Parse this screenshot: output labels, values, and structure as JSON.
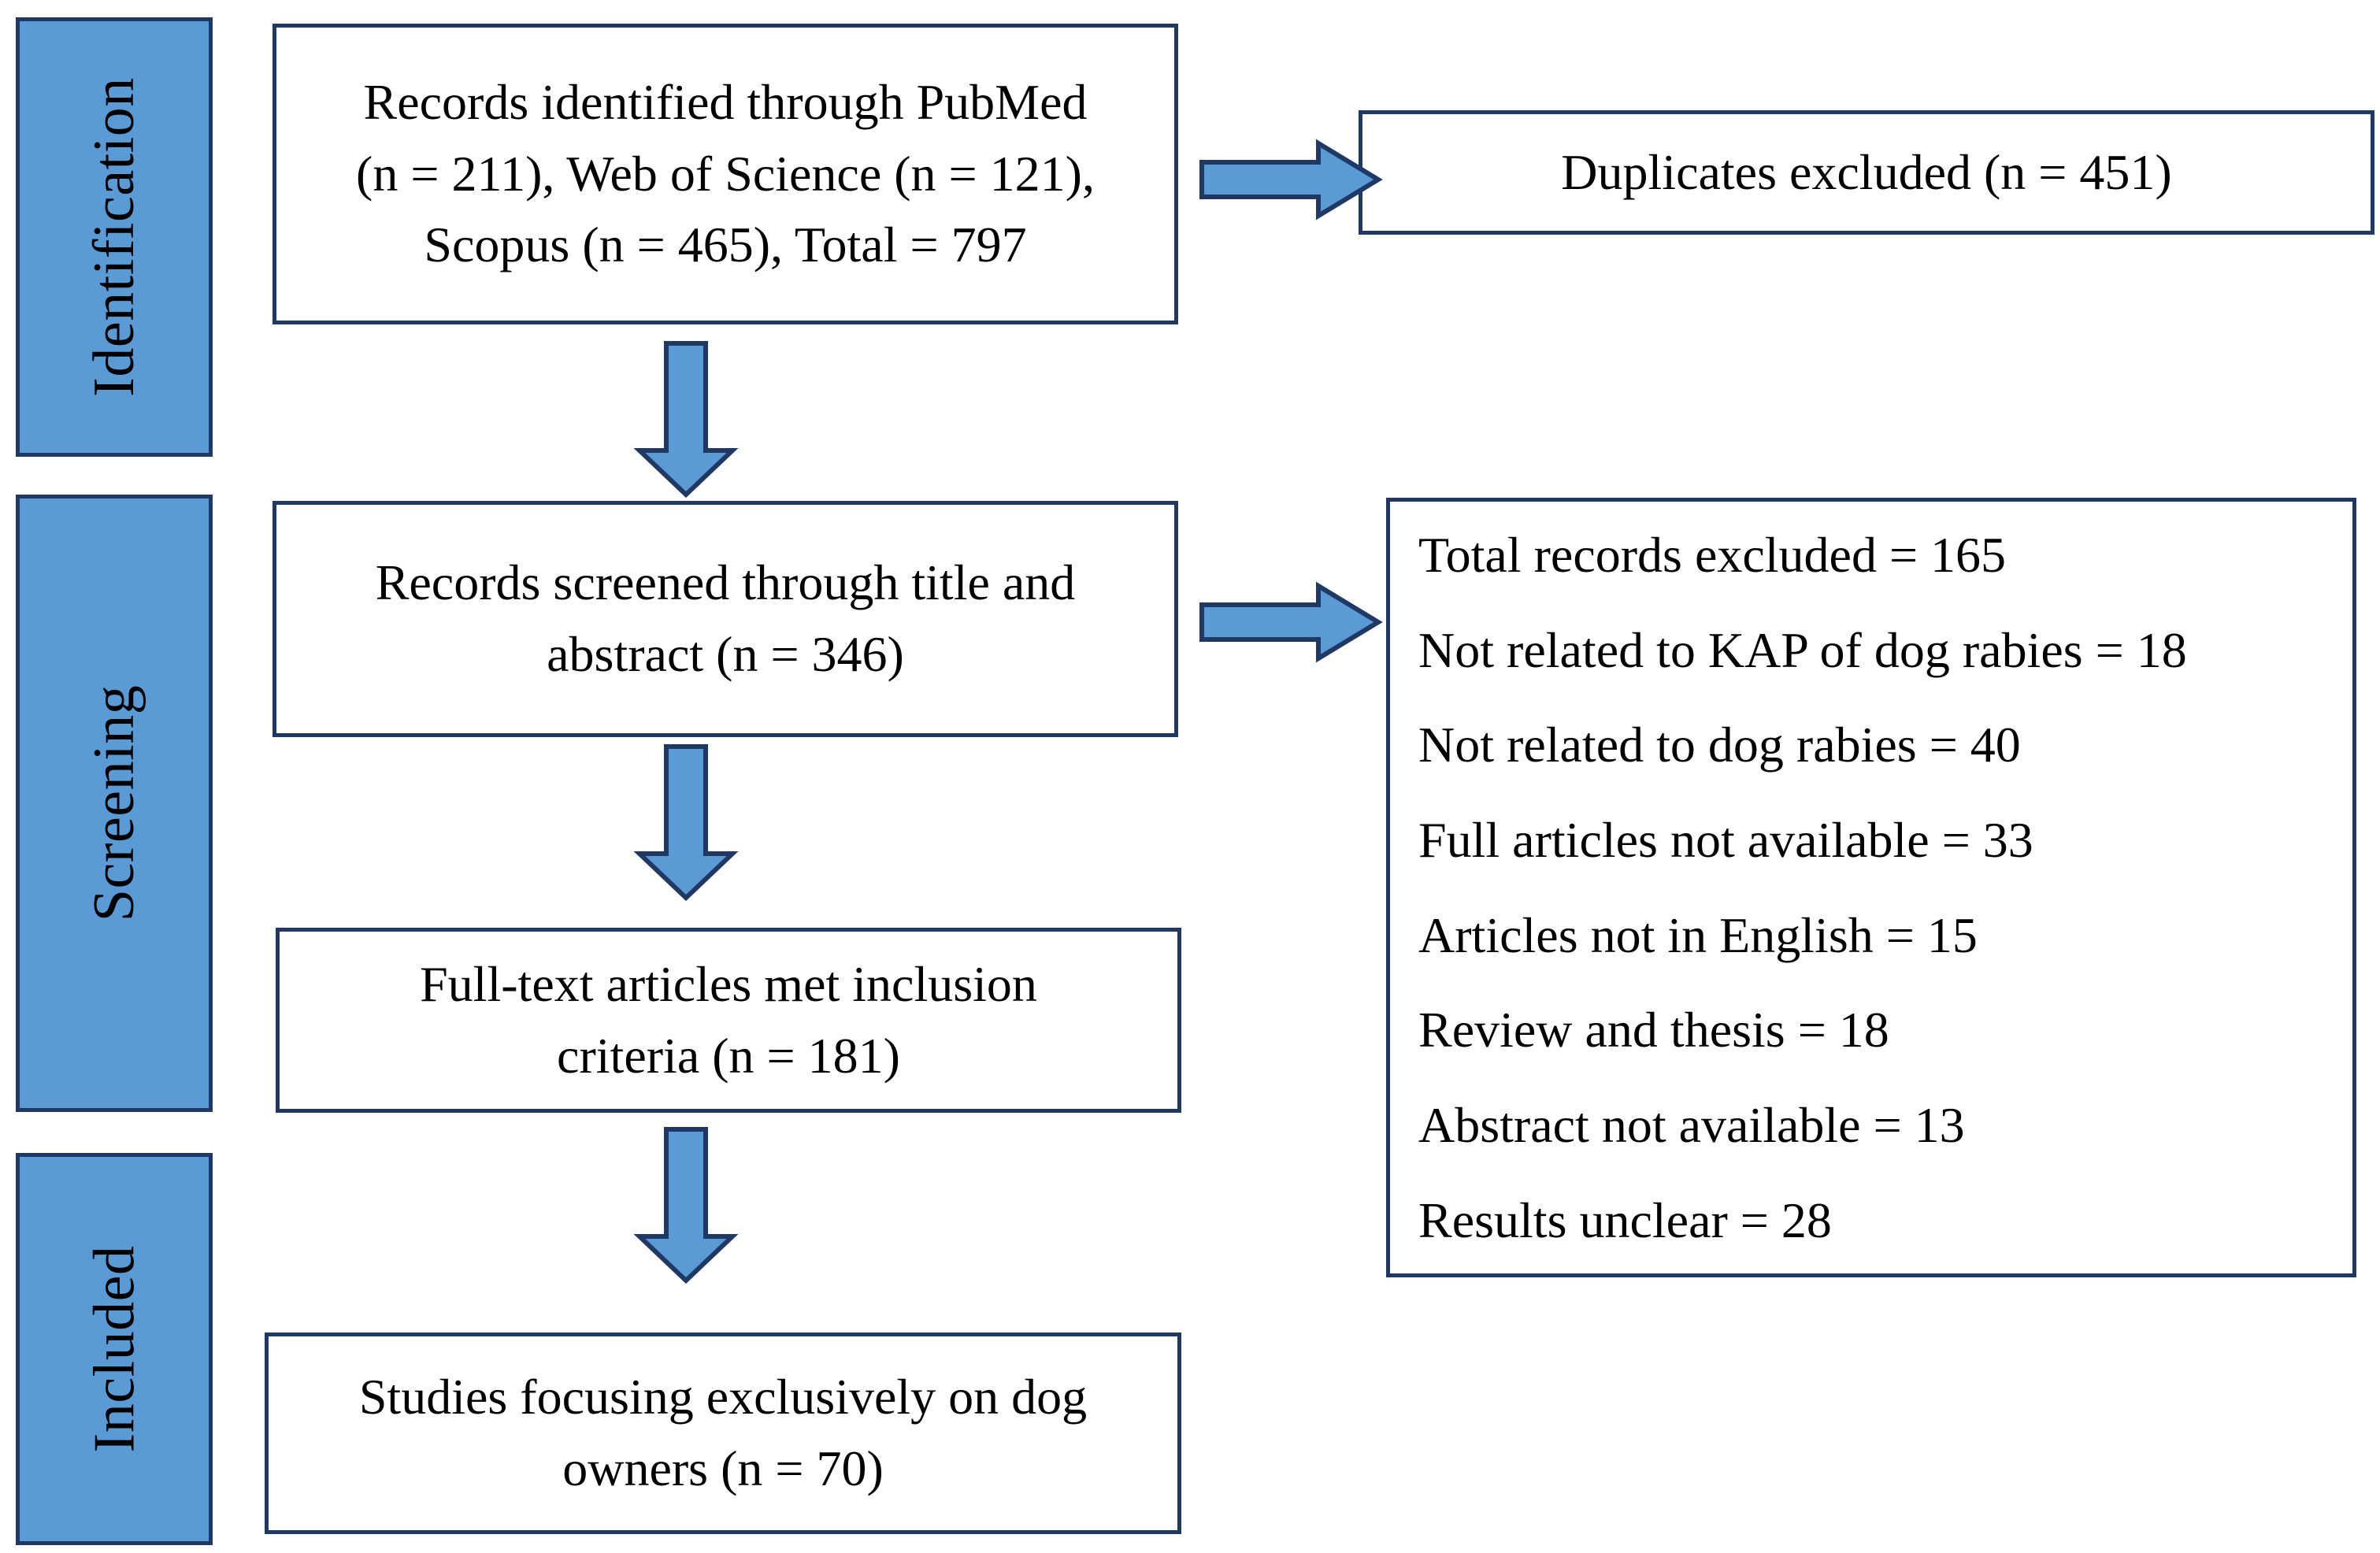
{
  "diagram": {
    "type": "prisma-flow-diagram",
    "colors": {
      "accent_blue": "#5B9BD5",
      "border_navy": "#1F3864",
      "box_fill": "#FFFFFF",
      "text": "#000000"
    }
  },
  "stages": [
    {
      "label": "Identification"
    },
    {
      "label": "Screening"
    },
    {
      "label": "Included"
    }
  ],
  "boxes": {
    "identified": {
      "line1": "Records identified through PubMed",
      "line2": "(n = 211), Web of Science (n = 121),",
      "line3": "Scopus (n = 465), Total = 797"
    },
    "duplicates": {
      "line1": "Duplicates excluded (n = 451)"
    },
    "screened": {
      "line1": "Records screened through title and",
      "line2": "abstract (n = 346)"
    },
    "fulltext": {
      "line1": "Full-text articles met inclusion",
      "line2": "criteria (n = 181)"
    },
    "included": {
      "line1": "Studies focusing exclusively on dog",
      "line2": "owners (n = 70)"
    }
  },
  "exclusions": {
    "lines": [
      "Total records excluded = 165",
      "Not related to KAP of dog rabies = 18",
      "Not related to dog rabies = 40",
      "Full articles not available = 33",
      "Articles not in English = 15",
      "Review and thesis = 18",
      "Abstract not available = 13",
      "Results unclear = 28"
    ]
  },
  "arrows": {
    "identified_to_duplicates": "right-arrow",
    "identified_to_screened": "down-arrow",
    "screened_to_exclusions": "right-arrow",
    "screened_to_fulltext": "down-arrow",
    "fulltext_to_included": "down-arrow"
  }
}
